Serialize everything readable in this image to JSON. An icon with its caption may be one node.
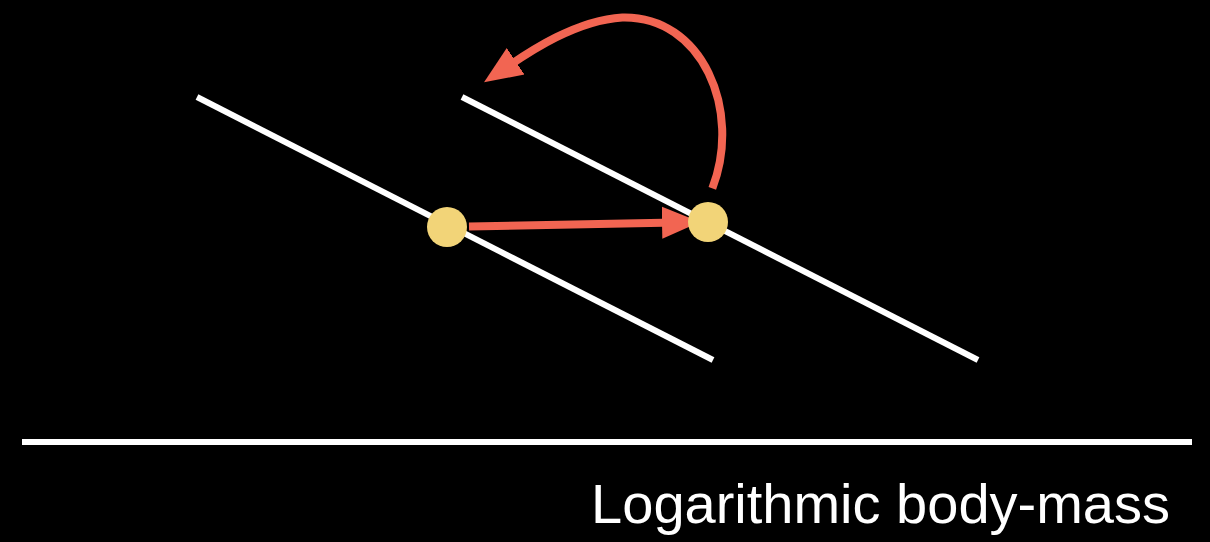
{
  "diagram": {
    "nodes": [
      {
        "text": [],
        "shape": "circle"
      },
      {
        "text": [],
        "shape": "circle"
      }
    ],
    "edges": [
      {
        "from": 0,
        "to": 1,
        "arrow": "to"
      },
      {
        "from": 1,
        "to": null,
        "arrow": "to"
      }
    ],
    "labels": [
      "Logarithmic body-mass"
    ]
  }
}
